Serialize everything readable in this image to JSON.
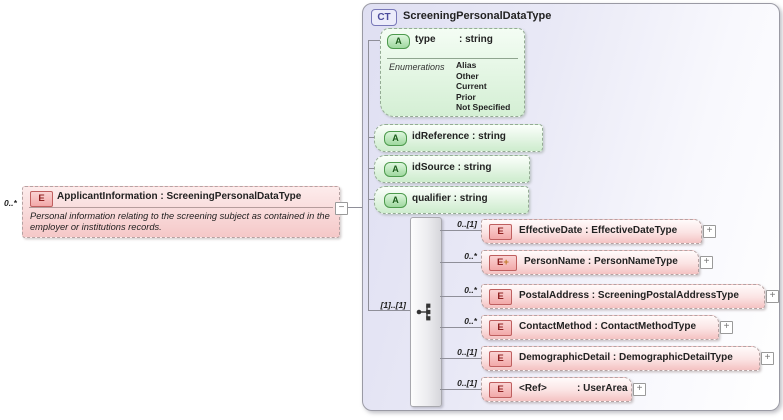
{
  "applicant": {
    "cardinality": "0..*",
    "badge": "E",
    "title": "ApplicantInformation : ScreeningPersonalDataType",
    "description": "Personal information relating to the screening subject as contained in the employer or institutions records.",
    "collapse_glyph": "−"
  },
  "complex_type": {
    "badge": "CT",
    "title": "ScreeningPersonalDataType",
    "type_attribute": {
      "badge": "A",
      "name": "type",
      "type": ": string",
      "enumerations_label": "Enumerations",
      "enumerations": [
        "Alias",
        "Other",
        "Current",
        "Prior",
        "Not Specified"
      ]
    },
    "attributes": [
      {
        "badge": "A",
        "label": "idReference : string"
      },
      {
        "badge": "A",
        "label": "idSource : string"
      },
      {
        "badge": "A",
        "label": "qualifier : string"
      }
    ],
    "sequence_cardinality": "[1]..[1]",
    "elements": [
      {
        "badge": "E",
        "cardinality": "0..[1]",
        "label": "EffectiveDate : EffectiveDateType",
        "expand_glyph": "+"
      },
      {
        "badge": "E",
        "badge_plus": "+",
        "cardinality": "0..*",
        "label": "PersonName : PersonNameType",
        "expand_glyph": "+"
      },
      {
        "badge": "E",
        "cardinality": "0..*",
        "label": "PostalAddress : ScreeningPostalAddressType",
        "expand_glyph": "+"
      },
      {
        "badge": "E",
        "cardinality": "0..*",
        "label": "ContactMethod : ContactMethodType",
        "expand_glyph": "+"
      },
      {
        "badge": "E",
        "cardinality": "0..[1]",
        "label": "DemographicDetail : DemographicDetailType",
        "expand_glyph": "+"
      },
      {
        "badge": "E",
        "cardinality": "0..[1]",
        "name": "<Ref>",
        "type": ": UserArea",
        "expand_glyph": "+"
      }
    ]
  },
  "colors": {
    "container_fill": "#dfdff2",
    "attribute_fill": "#d4efd4",
    "element_fill": "#f4c2c2",
    "badge_a_border": "#4d9a4d",
    "badge_e_border": "#bf5f5f",
    "ct_accent": "#4c4c9c"
  }
}
